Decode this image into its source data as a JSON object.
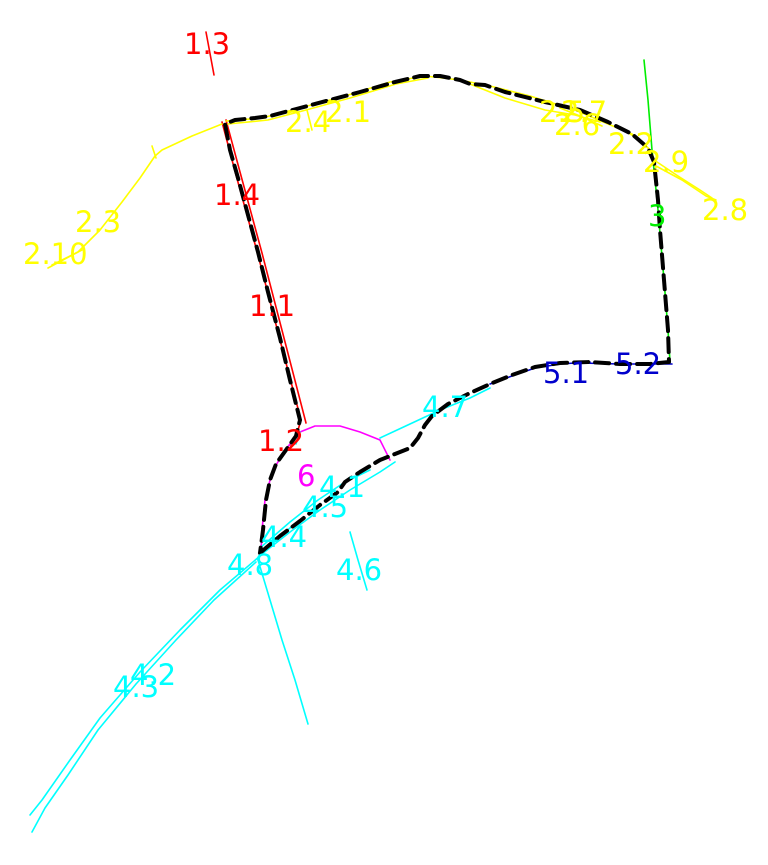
{
  "colors": {
    "red": "#ff0000",
    "yellow": "#ffff00",
    "green": "#00ee00",
    "cyan": "#00ffff",
    "blue": "#0000cc",
    "magenta": "#ff00ff",
    "route": "#000000"
  },
  "labels": {
    "l1_1": "1.1",
    "l1_2": "1.2",
    "l1_3": "1.3",
    "l1_4": "1.4",
    "l2_1": "2.1",
    "l2_2": "2.2",
    "l2_3": "2.3",
    "l2_4": "2.4",
    "l2_5": "2.5",
    "l2_6": "2.6",
    "l2_7": "2.7",
    "l2_8": "2.8",
    "l2_9": "2.9",
    "l2_10": "2.10",
    "l3": "3",
    "l4_1": "4.1",
    "l4_2": "4.2",
    "l4_3": "4.3",
    "l4_4": "4.4",
    "l4_5": "4.5",
    "l4_6": "4.6",
    "l4_7": "4.7",
    "l4_8": "4.8",
    "l5_1": "5.1",
    "l5_2": "5.2",
    "l6": "6"
  }
}
